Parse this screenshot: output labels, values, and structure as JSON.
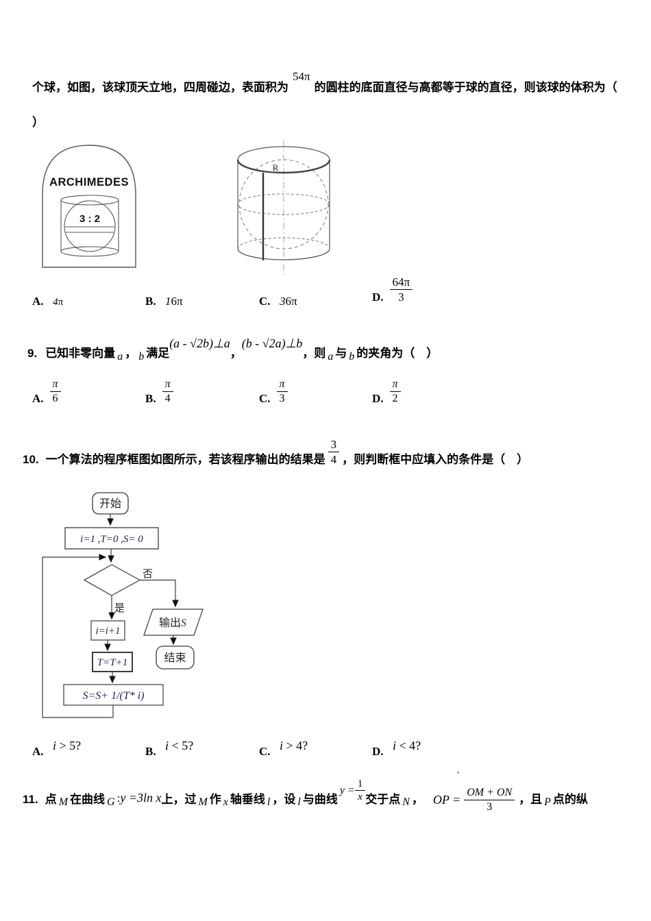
{
  "q8": {
    "text_before_sup": "个球，如图，该球顶天立地，四周碰边，表面积为",
    "sup_value": "54π",
    "text_after_sup": "的圆柱的底面直径与高都等于球的直径，则该球的体积为（",
    "close_paren": "）",
    "figures": {
      "tombstone_title": "ARCHIMEDES",
      "tombstone_ratio": "3 : 2",
      "cylinder_radius_label": "R"
    },
    "options": [
      {
        "label": "A.",
        "value": "4π"
      },
      {
        "label": "B.",
        "value": "16π"
      },
      {
        "label": "C.",
        "value": "36π"
      },
      {
        "label": "D.",
        "num": "64π",
        "den": "3"
      }
    ]
  },
  "q9": {
    "number": "9.",
    "seg1": "已知非零向量",
    "var_a": "a",
    "comma1": "，",
    "var_b": "b",
    "seg2": "满足",
    "formula1": "(a - √2b)⊥a",
    "comma2": "，",
    "formula2": "(b - √2a)⊥b",
    "seg3": "，则",
    "var_a2": "a",
    "seg4": "与",
    "var_b2": "b",
    "seg5": "的夹角为（　）",
    "options": [
      {
        "label": "A.",
        "num": "π",
        "den": "6"
      },
      {
        "label": "B.",
        "num": "π",
        "den": "4"
      },
      {
        "label": "C.",
        "num": "π",
        "den": "3"
      },
      {
        "label": "D.",
        "num": "π",
        "den": "2"
      }
    ]
  },
  "q10": {
    "number": "10.",
    "seg1": "一个算法的程序框图如图所示，若该程序输出的结果是",
    "frac_num": "3",
    "frac_den": "4",
    "seg2": "，则判断框中应填入的条件是（　）",
    "flowchart": {
      "start": "开始",
      "init": "i=1 ,T=0 ,S= 0",
      "no_label": "否",
      "yes_label": "是",
      "step_i": "i=i+1",
      "step_t": "T=T+1",
      "step_s": "S=S+ 1/(T* i)",
      "output_cn": "输出",
      "output_var": "S",
      "end": "结束"
    },
    "options": [
      {
        "label": "A.",
        "value": "i > 5?"
      },
      {
        "label": "B.",
        "value": "i < 5?"
      },
      {
        "label": "C.",
        "value": "i > 4?"
      },
      {
        "label": "D.",
        "value": "i < 4?"
      }
    ]
  },
  "q11": {
    "number": "11.",
    "seg1": "点",
    "var_M1": "M",
    "seg2": "在曲线",
    "var_G": "G",
    "colon": " : ",
    "eq1": "y =3ln x",
    "seg3": "上，过",
    "var_M2": "M",
    "seg4": "作",
    "var_x": "x",
    "seg5": "轴垂线",
    "var_l1": "l",
    "seg6": "，设",
    "var_l2": "l",
    "seg7": "与曲线",
    "eq_y": "y =",
    "frac1_num": "1",
    "frac1_den": "x",
    "seg8": "交于点",
    "var_N": "N",
    "seg9": "，",
    "prime": "′",
    "eq_op": "OP =",
    "frac2_num": "OM + ON",
    "frac2_den": "3",
    "seg10": "，且",
    "var_P": "P",
    "seg11": "点的纵"
  }
}
